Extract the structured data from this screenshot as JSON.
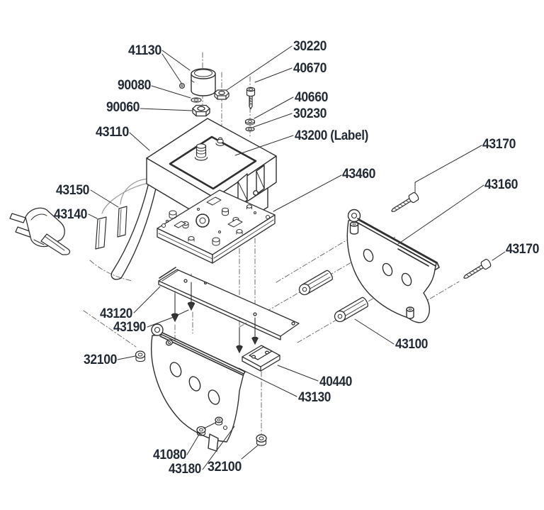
{
  "diagram": {
    "type": "exploded-parts-diagram",
    "description": "Exploded view parts diagram of a control box assembly with knob, PCB, power cord, mounting plate, brackets, standoffs and fasteners",
    "background": "#ffffff",
    "colors": {
      "label_text": "#222b35",
      "line": "#2f2f2f",
      "wire": "#9a9a9a",
      "axis": "#5f5f5f",
      "screw_fill": "#3a3a3a"
    },
    "callouts": [
      {
        "part": "41130",
        "text": "41130"
      },
      {
        "part": "30220",
        "text": "30220"
      },
      {
        "part": "40670",
        "text": "40670"
      },
      {
        "part": "90080",
        "text": "90080"
      },
      {
        "part": "90060",
        "text": "90060"
      },
      {
        "part": "40660",
        "text": "40660"
      },
      {
        "part": "30230",
        "text": "30230"
      },
      {
        "part": "43110",
        "text": "43110"
      },
      {
        "part": "43200",
        "text": "43200 (Label)"
      },
      {
        "part": "43460",
        "text": "43460"
      },
      {
        "part": "43170",
        "text": "43170"
      },
      {
        "part": "43160",
        "text": "43160"
      },
      {
        "part": "43170",
        "text": "43170"
      },
      {
        "part": "43150",
        "text": "43150"
      },
      {
        "part": "43140",
        "text": "43140"
      },
      {
        "part": "43120",
        "text": "43120"
      },
      {
        "part": "43190",
        "text": "43190"
      },
      {
        "part": "32100",
        "text": "32100"
      },
      {
        "part": "43100",
        "text": "43100"
      },
      {
        "part": "40440",
        "text": "40440"
      },
      {
        "part": "43130",
        "text": "43130"
      },
      {
        "part": "41080",
        "text": "41080"
      },
      {
        "part": "43180",
        "text": "43180"
      },
      {
        "part": "32100",
        "text": "32100"
      }
    ]
  }
}
